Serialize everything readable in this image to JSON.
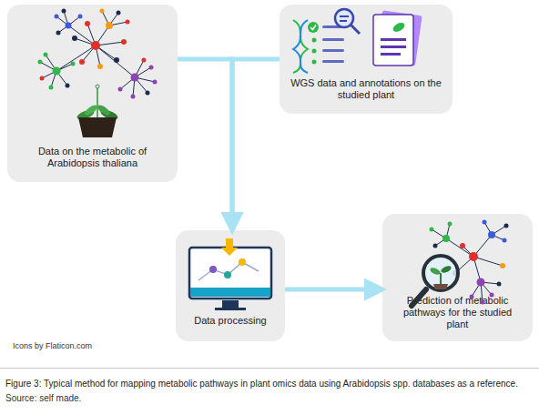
{
  "diagram": {
    "caption": "Figure 3: Typical method for mapping metabolic pathways in plant omics data using Arabidopsis spp. databases as a reference.",
    "nodes": [
      {
        "text": [
          "Data on the metabolic of Arabidopsis thaliana"
        ]
      },
      {
        "text": [
          "WGS data and annotations on the studied plant"
        ]
      },
      {
        "text": [
          "Data processing"
        ]
      },
      {
        "text": [
          "Prediction of metabolic pathways for the studied plant"
        ]
      }
    ],
    "edges": [
      {
        "from": 0,
        "to": 2,
        "arrow": "to"
      },
      {
        "from": 1,
        "to": 2,
        "arrow": "to"
      },
      {
        "from": 2,
        "to": 3,
        "arrow": "to"
      }
    ],
    "labels": [
      "Icons by Flaticon.com",
      "Source: self made."
    ]
  }
}
